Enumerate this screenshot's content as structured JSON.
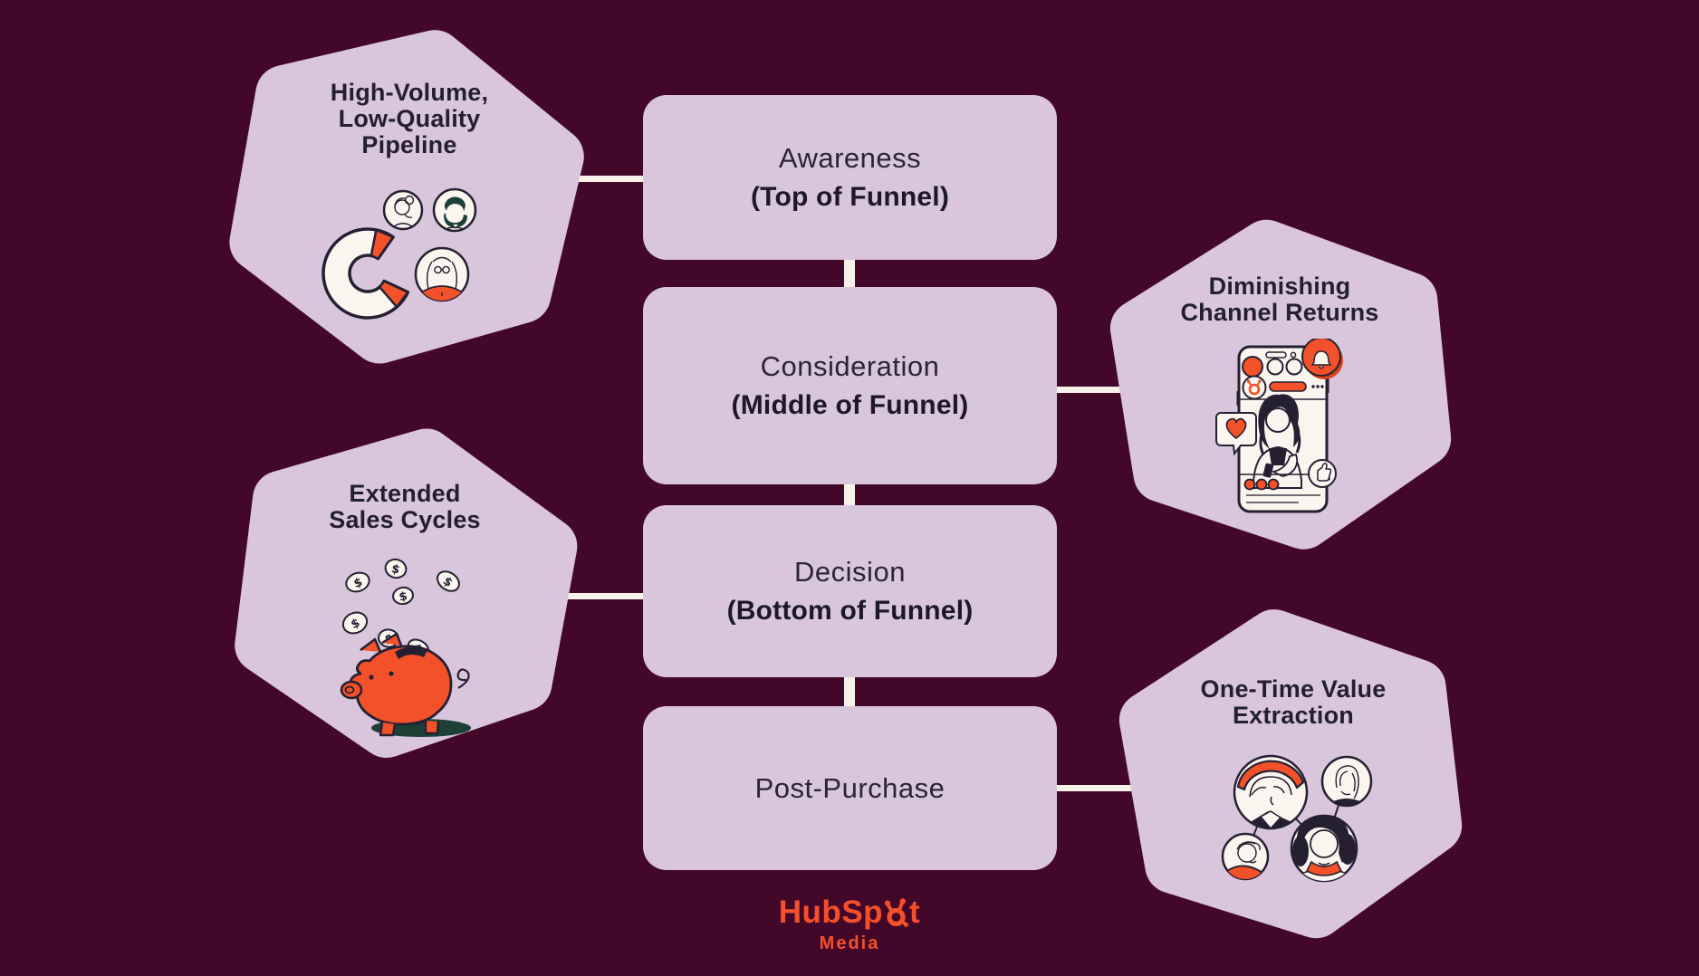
{
  "colors": {
    "background": "#430829",
    "panel_lilac": "#d9c6dc",
    "connector_cream": "#f8f1ea",
    "ink_dark": "#24203285",
    "ink": "#242032",
    "orange": "#f2512a",
    "orange_deep": "#d8431c",
    "teal_dark": "#1d4036",
    "cream": "#faf5ee",
    "text_dark": "#241e31"
  },
  "stages": [
    {
      "id": "awareness",
      "line1": "Awareness",
      "line2": "(Top of Funnel)"
    },
    {
      "id": "consideration",
      "line1": "Consideration",
      "line2": "(Middle of Funnel)"
    },
    {
      "id": "decision",
      "line1": "Decision",
      "line2": "(Bottom of Funnel)"
    },
    {
      "id": "post_purchase",
      "line1": "Post-Purchase",
      "line2": ""
    }
  ],
  "challenges": [
    {
      "id": "pipeline",
      "line1": "High-Volume,",
      "line2": "Low-Quality",
      "line3": "Pipeline",
      "icon": "magnet-leads-illustration"
    },
    {
      "id": "channel_returns",
      "line1": "Diminishing",
      "line2": "Channel Returns",
      "line3": "",
      "icon": "social-phone-illustration"
    },
    {
      "id": "sales_cycles",
      "line1": "Extended",
      "line2": "Sales Cycles",
      "line3": "",
      "icon": "piggy-bank-coins-illustration"
    },
    {
      "id": "value_extraction",
      "line1": "One-Time Value",
      "line2": "Extraction",
      "line3": "",
      "icon": "customer-network-illustration"
    }
  ],
  "coins": {
    "symbol": "$"
  },
  "logo": {
    "brand_part1": "HubSp",
    "brand_part2": "t",
    "subtitle": "Media"
  }
}
